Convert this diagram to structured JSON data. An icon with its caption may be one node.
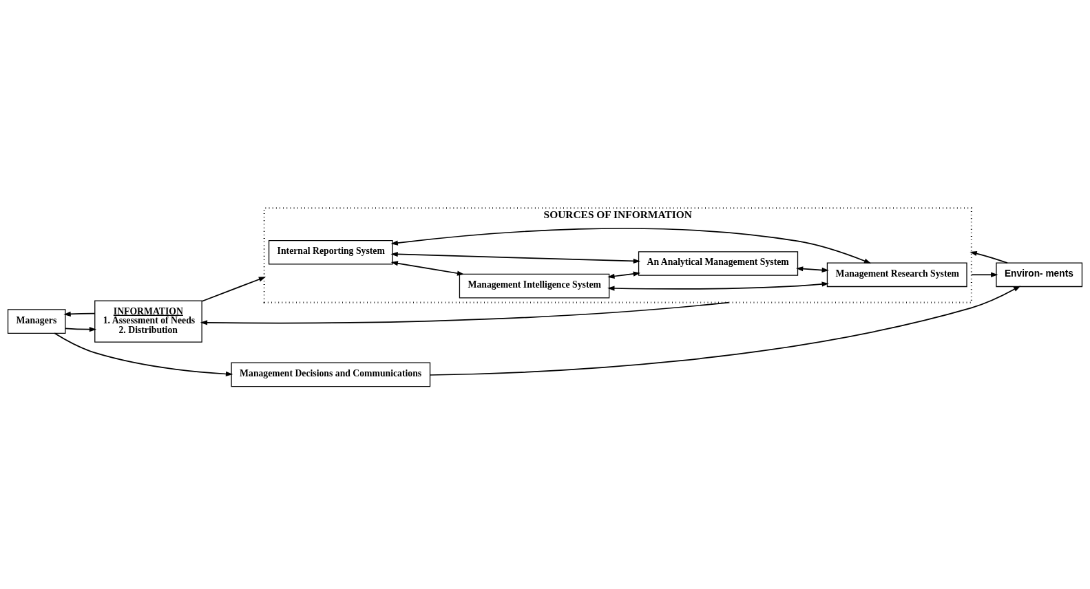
{
  "diagram": {
    "nodes": [
      {
        "text": [
          "Managers"
        ]
      },
      {
        "text": [
          "INFORMATION",
          "1. Assessment of Needs",
          "2. Distribution"
        ]
      },
      {
        "text": [
          "SOURCES OF INFORMATION"
        ]
      },
      {
        "text": [
          "Internal Reporting System"
        ],
        "in": 2
      },
      {
        "text": [
          "Management Intelligence System"
        ],
        "in": 2
      },
      {
        "text": [
          "An Analytical Management System"
        ],
        "in": 2
      },
      {
        "text": [
          "Management Research System"
        ],
        "in": 2
      },
      {
        "text": [
          "Environ- ments"
        ]
      },
      {
        "text": [
          "Management Decisions and Communications"
        ]
      }
    ],
    "edges": [
      {
        "from": 0,
        "to": 1,
        "arrow": "to"
      },
      {
        "from": 1,
        "to": 0,
        "arrow": "to"
      },
      {
        "from": 1,
        "to": 2,
        "arrow": "to"
      },
      {
        "from": 2,
        "to": 1,
        "arrow": "to"
      },
      {
        "from": 3,
        "to": 4,
        "arrow": "both"
      },
      {
        "from": 3,
        "to": 5,
        "arrow": "both"
      },
      {
        "from": 4,
        "to": 6,
        "arrow": "both"
      },
      {
        "from": 3,
        "to": 6,
        "arrow": "both"
      },
      {
        "from": 4,
        "to": 5,
        "arrow": "both"
      },
      {
        "from": 5,
        "to": 6,
        "arrow": "both"
      },
      {
        "from": 2,
        "to": 7,
        "arrow": "to"
      },
      {
        "from": 7,
        "to": 2,
        "arrow": "to"
      },
      {
        "from": 0,
        "to": 8,
        "arrow": "to"
      },
      {
        "from": 8,
        "to": 7,
        "arrow": "to"
      }
    ]
  }
}
